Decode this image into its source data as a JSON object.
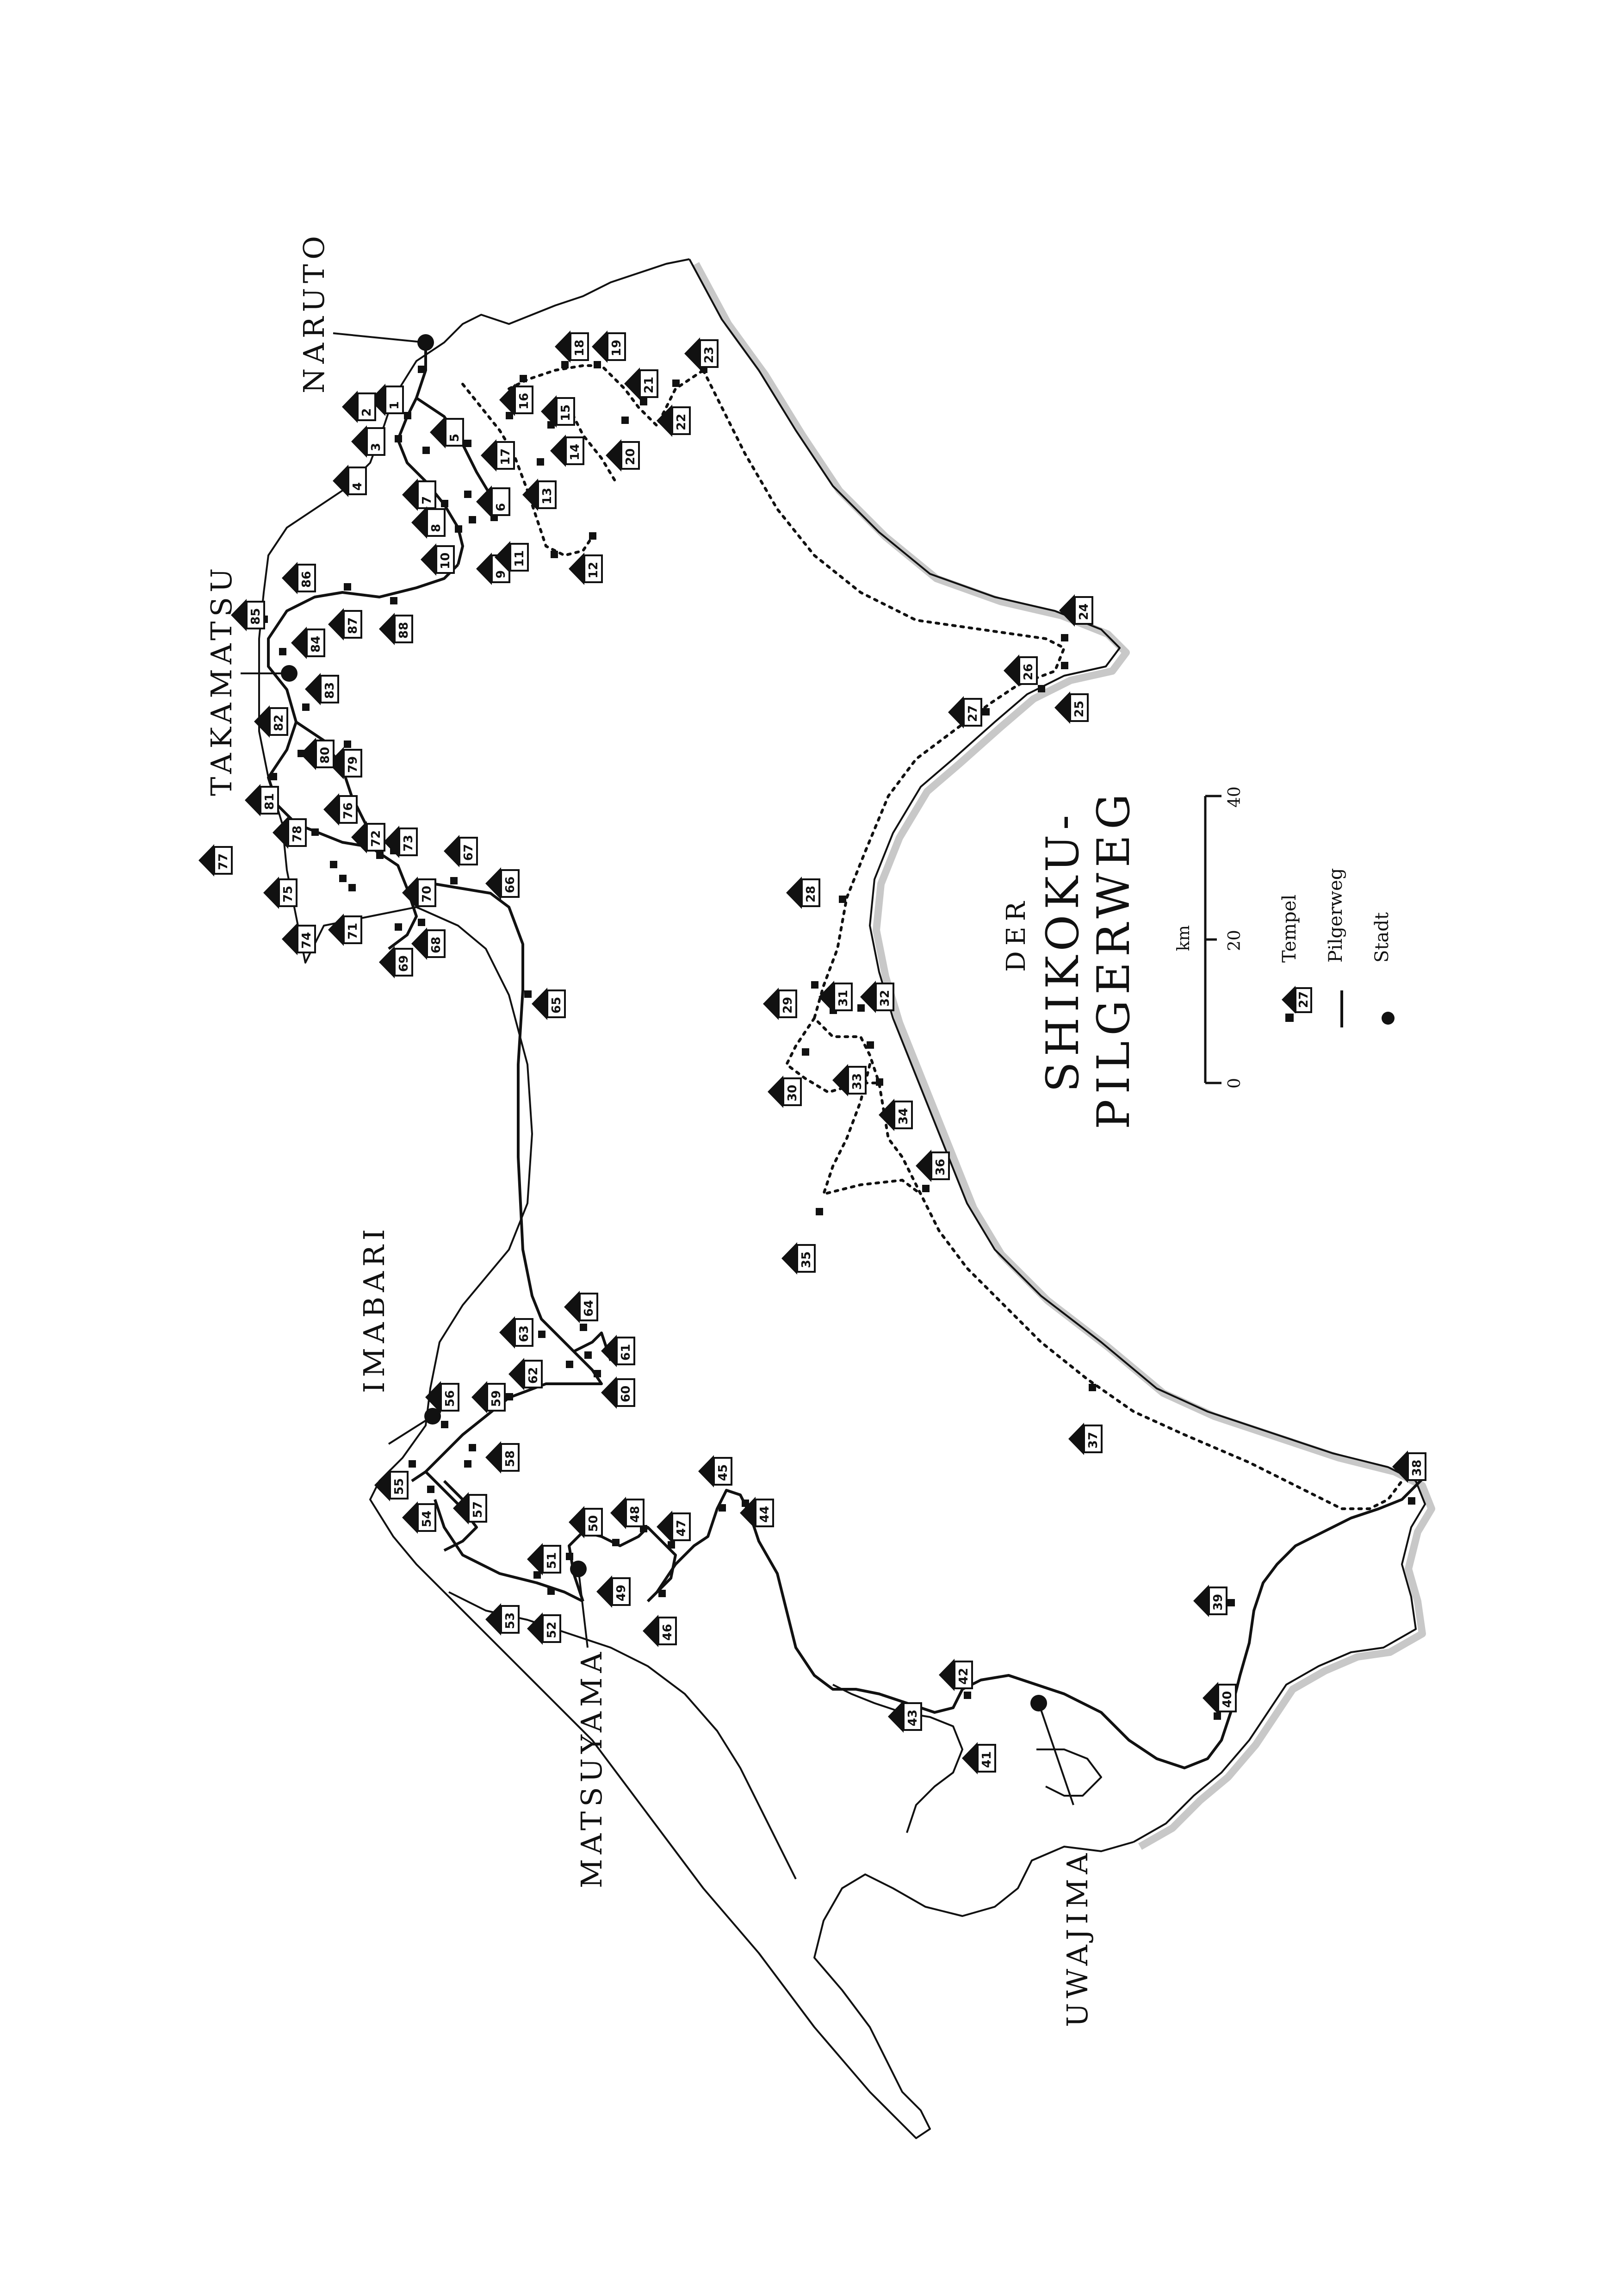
{
  "title": {
    "line1": "DER",
    "line2": "SHIKOKU-",
    "line3": "PILGERWEG"
  },
  "cities": [
    {
      "name": "NARUTO",
      "key": "naruto"
    },
    {
      "name": "TAKAMATSU",
      "key": "takamatsu"
    },
    {
      "name": "IMABARI",
      "key": "imabari"
    },
    {
      "name": "MATSUYAMA",
      "key": "matsuyama"
    },
    {
      "name": "UWAJIMA",
      "key": "uwajima"
    }
  ],
  "legend": {
    "temple": "Tempel",
    "route": "Pilgerweg",
    "city": "Stadt",
    "sample_temple_number": "27"
  },
  "scale": {
    "unit": "km",
    "ticks": [
      "0",
      "20",
      "40"
    ]
  },
  "temples": [
    "1",
    "2",
    "3",
    "4",
    "5",
    "6",
    "7",
    "8",
    "9",
    "10",
    "11",
    "12",
    "13",
    "14",
    "15",
    "16",
    "17",
    "18",
    "19",
    "20",
    "21",
    "22",
    "23",
    "24",
    "25",
    "26",
    "27",
    "28",
    "29",
    "30",
    "31",
    "32",
    "33",
    "34",
    "35",
    "36",
    "37",
    "38",
    "39",
    "40",
    "41",
    "42",
    "43",
    "44",
    "45",
    "46",
    "47",
    "48",
    "49",
    "50",
    "51",
    "52",
    "53",
    "54",
    "55",
    "56",
    "57",
    "58",
    "59",
    "60",
    "61",
    "62",
    "63",
    "64",
    "65",
    "66",
    "67",
    "68",
    "69",
    "70",
    "71",
    "72",
    "73",
    "74",
    "75",
    "76",
    "77",
    "78",
    "79",
    "80",
    "81",
    "82",
    "83",
    "84",
    "85",
    "86",
    "87",
    "88"
  ],
  "colors": {
    "ink": "#111111",
    "shadow": "#c8c8c8",
    "paper": "#ffffff"
  }
}
